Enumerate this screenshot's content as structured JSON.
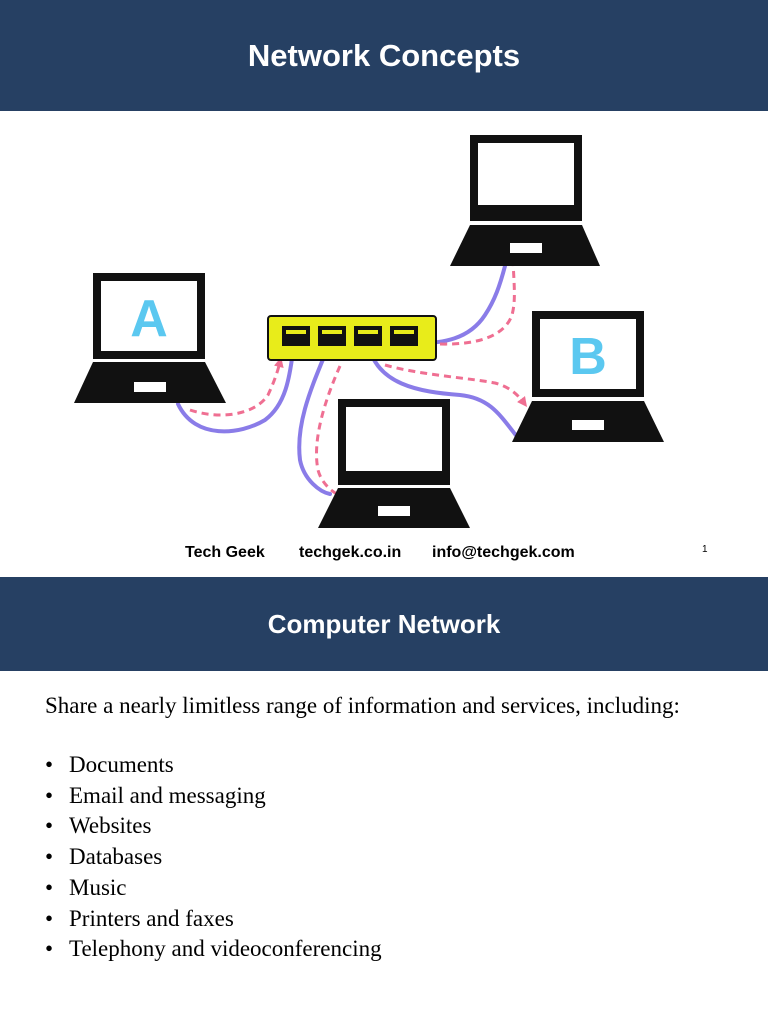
{
  "slide1": {
    "title": "Network Concepts",
    "diagram": {
      "laptop_left_label": "A",
      "laptop_right_label": "B",
      "colors": {
        "device": "#111111",
        "switch_body": "#e8ec1a",
        "cable": "#8a7ce8",
        "data_flow": "#ef6f92",
        "label": "#5bc8f0"
      }
    },
    "footer": {
      "name": "Tech Geek",
      "website": "techgek.co.in",
      "email": "info@techgek.com",
      "page_number": "1"
    }
  },
  "slide2": {
    "title": "Computer Network",
    "intro": "Share a nearly limitless range of information and services, including:",
    "bullet_symbol": "•",
    "items": [
      "Documents",
      "Email and messaging",
      "Websites",
      "Databases",
      "Music",
      "Printers and faxes",
      "Telephony and videoconferencing"
    ]
  },
  "theme": {
    "banner": "#264063",
    "banner_text": "#ffffff"
  }
}
